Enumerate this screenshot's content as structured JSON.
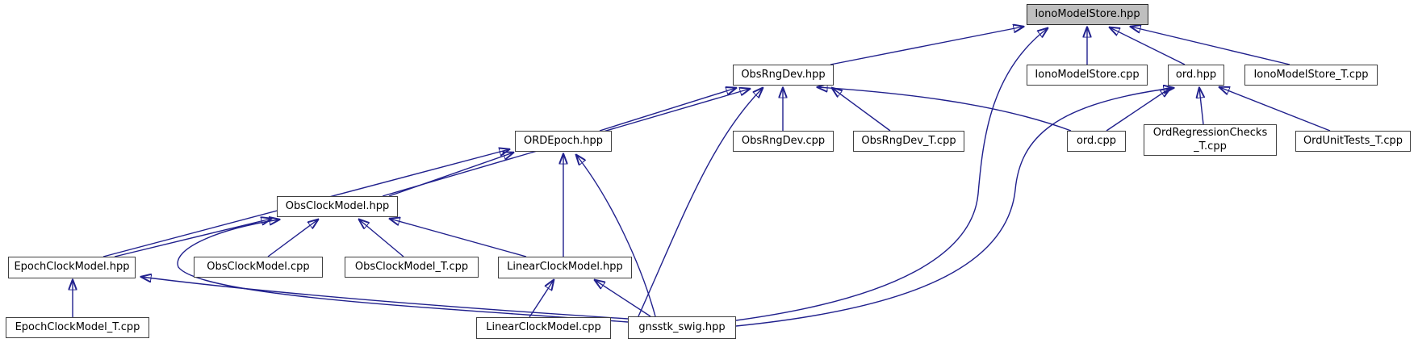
{
  "graph": {
    "title": "IonoModelStore.hpp include dependency graph",
    "root": "IonoModelStore.hpp",
    "colors": {
      "background": "#ffffff",
      "edge": "#20208d",
      "node_border": "#404040",
      "node_fill": "#ffffff",
      "root_fill": "#bfbfbf",
      "text": "#000000"
    },
    "nodes": [
      {
        "label": "IonoModelStore.hpp"
      },
      {
        "label": "ObsRngDev.hpp"
      },
      {
        "label": "IonoModelStore.cpp"
      },
      {
        "label": "ord.hpp"
      },
      {
        "label": "IonoModelStore_T.cpp"
      },
      {
        "label": "ORDEpoch.hpp"
      },
      {
        "label": "ObsRngDev.cpp"
      },
      {
        "label": "ObsRngDev_T.cpp"
      },
      {
        "label": "ord.cpp"
      },
      {
        "label": "OrdRegressionChecks\n_T.cpp"
      },
      {
        "label": "OrdUnitTests_T.cpp"
      },
      {
        "label": "ObsClockModel.hpp"
      },
      {
        "label": "EpochClockModel.hpp"
      },
      {
        "label": "ObsClockModel.cpp"
      },
      {
        "label": "ObsClockModel_T.cpp"
      },
      {
        "label": "LinearClockModel.hpp"
      },
      {
        "label": "EpochClockModel_T.cpp"
      },
      {
        "label": "LinearClockModel.cpp"
      },
      {
        "label": "gnsstk_swig.hpp"
      }
    ],
    "edges": [
      {
        "from": "ObsRngDev.hpp",
        "to": "IonoModelStore.hpp"
      },
      {
        "from": "gnsstk_swig.hpp",
        "to": "IonoModelStore.hpp"
      },
      {
        "from": "IonoModelStore.cpp",
        "to": "IonoModelStore.hpp"
      },
      {
        "from": "ord.hpp",
        "to": "IonoModelStore.hpp"
      },
      {
        "from": "IonoModelStore_T.cpp",
        "to": "IonoModelStore.hpp"
      },
      {
        "from": "ORDEpoch.hpp",
        "to": "ObsRngDev.hpp"
      },
      {
        "from": "ObsClockModel.hpp",
        "to": "ObsRngDev.hpp"
      },
      {
        "from": "gnsstk_swig.hpp",
        "to": "ObsRngDev.hpp"
      },
      {
        "from": "ObsRngDev.cpp",
        "to": "ObsRngDev.hpp"
      },
      {
        "from": "ord.cpp",
        "to": "ObsRngDev.hpp"
      },
      {
        "from": "ObsRngDev_T.cpp",
        "to": "ObsRngDev.hpp"
      },
      {
        "from": "EpochClockModel.hpp",
        "to": "ORDEpoch.hpp"
      },
      {
        "from": "ObsClockModel.hpp",
        "to": "ORDEpoch.hpp"
      },
      {
        "from": "LinearClockModel.hpp",
        "to": "ORDEpoch.hpp"
      },
      {
        "from": "gnsstk_swig.hpp",
        "to": "ORDEpoch.hpp"
      },
      {
        "from": "EpochClockModel.hpp",
        "to": "ObsClockModel.hpp"
      },
      {
        "from": "gnsstk_swig.hpp",
        "to": "ObsClockModel.hpp"
      },
      {
        "from": "ObsClockModel.cpp",
        "to": "ObsClockModel.hpp"
      },
      {
        "from": "ObsClockModel_T.cpp",
        "to": "ObsClockModel.hpp"
      },
      {
        "from": "LinearClockModel.hpp",
        "to": "ObsClockModel.hpp"
      },
      {
        "from": "EpochClockModel_T.cpp",
        "to": "EpochClockModel.hpp"
      },
      {
        "from": "gnsstk_swig.hpp",
        "to": "EpochClockModel.hpp"
      },
      {
        "from": "LinearClockModel.cpp",
        "to": "LinearClockModel.hpp"
      },
      {
        "from": "gnsstk_swig.hpp",
        "to": "LinearClockModel.hpp"
      },
      {
        "from": "ord.cpp",
        "to": "ord.hpp"
      },
      {
        "from": "gnsstk_swig.hpp",
        "to": "ord.hpp"
      },
      {
        "from": "OrdRegressionChecks_T.cpp",
        "to": "ord.hpp"
      },
      {
        "from": "OrdUnitTests_T.cpp",
        "to": "ord.hpp"
      }
    ]
  }
}
